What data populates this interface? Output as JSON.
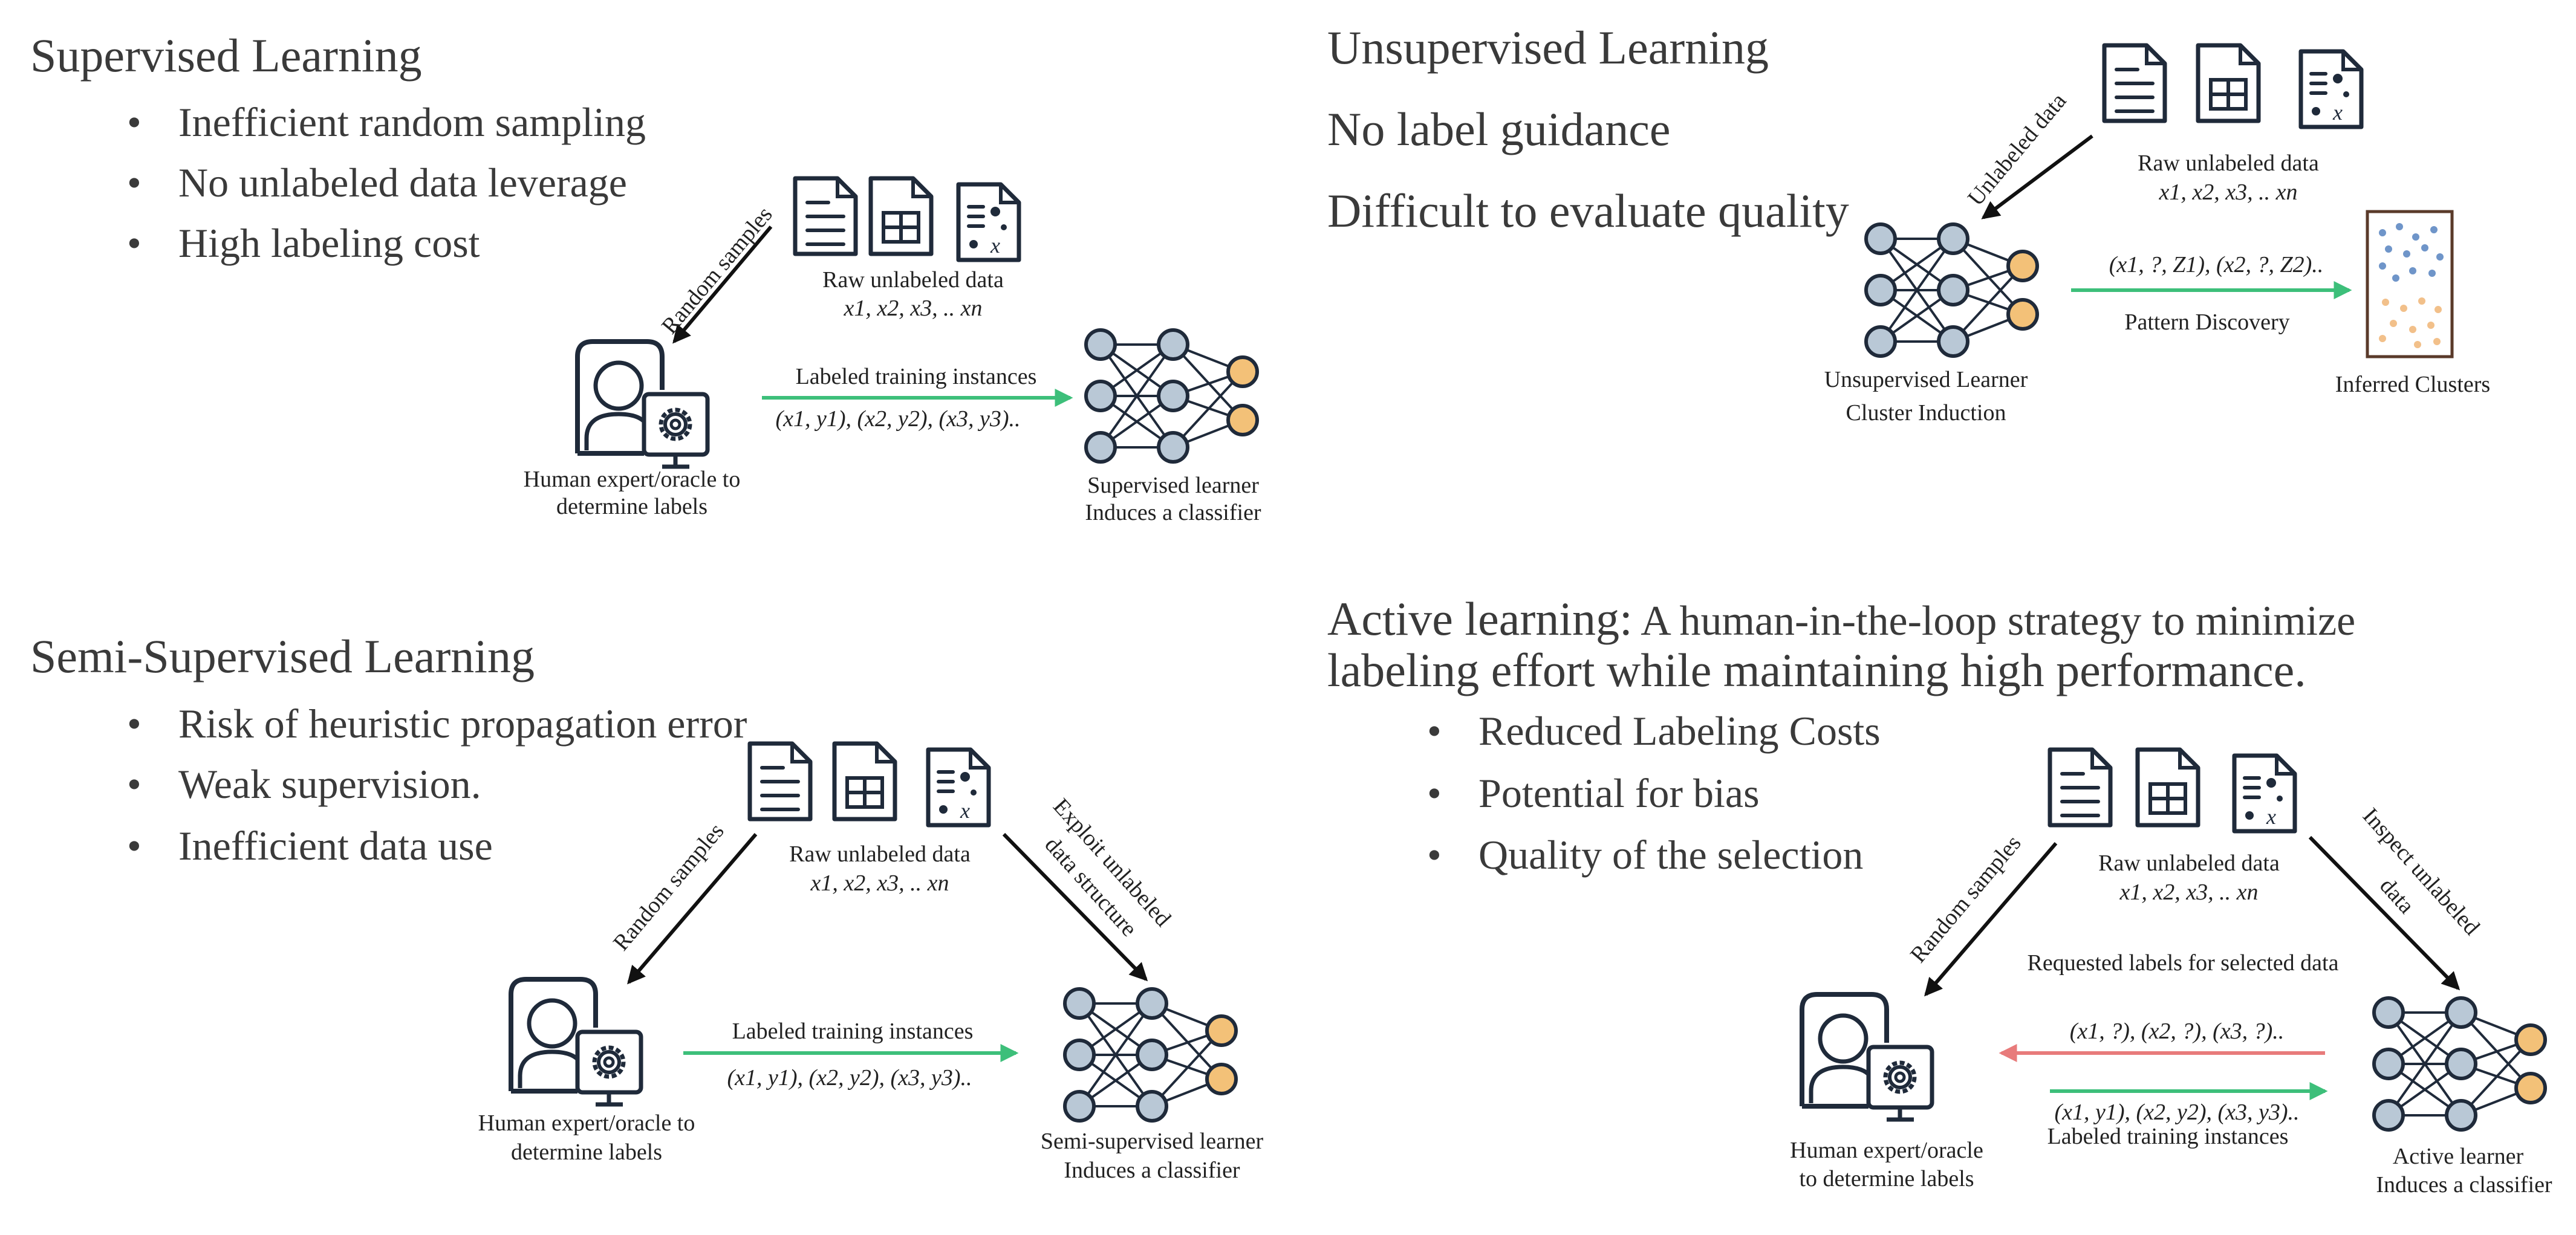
{
  "colors": {
    "text": "#3a3a3a",
    "icon_stroke": "#1f2a3a",
    "node_fill": "#b9c8d6",
    "output_node_fill": "#f3c178",
    "green_arrow": "#3dbf7a",
    "red_arrow": "#e87b7b",
    "cluster_blue": "#6f95c9",
    "cluster_orange": "#f2c08a"
  },
  "icons": [
    "document-icon",
    "table-document-icon",
    "data-document-icon",
    "human-expert-icon",
    "gear-icon",
    "neural-network-icon"
  ],
  "supervised": {
    "heading": "Supervised Learning",
    "bullets": [
      "Inefficient random sampling",
      "No unlabeled data leverage",
      "High labeling cost"
    ],
    "random_samples": "Random samples",
    "raw_data_label": "Raw unlabeled data",
    "raw_data_formula": "x1, x2, x3, .. xn",
    "training_label": "Labeled training instances",
    "training_formula": "(x1, y1), (x2, y2), (x3, y3)..",
    "human_label_1": "Human expert/oracle to",
    "human_label_2": "determine labels",
    "learner_label_1": "Supervised learner",
    "learner_label_2": "Induces a classifier"
  },
  "unsupervised": {
    "heading": "Unsupervised Learning",
    "lines": [
      "No label guidance",
      "Difficult to evaluate quality"
    ],
    "unlabeled_data": "Unlabeled data",
    "raw_data_label": "Raw unlabeled data",
    "raw_data_formula": "x1, x2, x3, .. xn",
    "pattern_formula": "(x1, ?, Z1), (x2, ?, Z2)..",
    "pattern_label": "Pattern Discovery",
    "learner_label_1": "Unsupervised Learner",
    "learner_label_2": "Cluster Induction",
    "clusters_label": "Inferred Clusters"
  },
  "semi": {
    "heading": "Semi-Supervised Learning",
    "bullets": [
      "Risk of heuristic propagation error",
      "Weak supervision.",
      "Inefficient data use"
    ],
    "random_samples": "Random samples",
    "exploit_1": "Exploit unlabeled",
    "exploit_2": "data structure",
    "raw_data_label": "Raw unlabeled data",
    "raw_data_formula": "x1, x2, x3, .. xn",
    "training_label": "Labeled training instances",
    "training_formula": "(x1, y1), (x2, y2), (x3, y3)..",
    "human_label_1": "Human expert/oracle to",
    "human_label_2": "determine labels",
    "learner_label_1": "Semi-supervised learner",
    "learner_label_2": "Induces a classifier"
  },
  "active": {
    "heading_main": "Active learning:",
    "heading_rest": " A human-in-the-loop strategy to minimize",
    "heading_line2": "labeling effort while maintaining high performance.",
    "bullets": [
      "Reduced Labeling Costs",
      "Potential for bias",
      "Quality of the selection"
    ],
    "random_samples": "Random samples",
    "inspect_1": "Inspect unlabeled",
    "inspect_2": "data",
    "raw_data_label": "Raw unlabeled data",
    "raw_data_formula": "x1, x2, x3, .. xn",
    "requested_label": "Requested labels for selected data",
    "requested_formula": "(x1, ?), (x2, ?), (x3, ?)..",
    "training_formula": "(x1, y1), (x2, y2), (x3, y3)..",
    "training_label": "Labeled training instances",
    "human_label_1": "Human expert/oracle",
    "human_label_2": "to determine labels",
    "learner_label_1": "Active learner",
    "learner_label_2": "Induces a classifier"
  }
}
